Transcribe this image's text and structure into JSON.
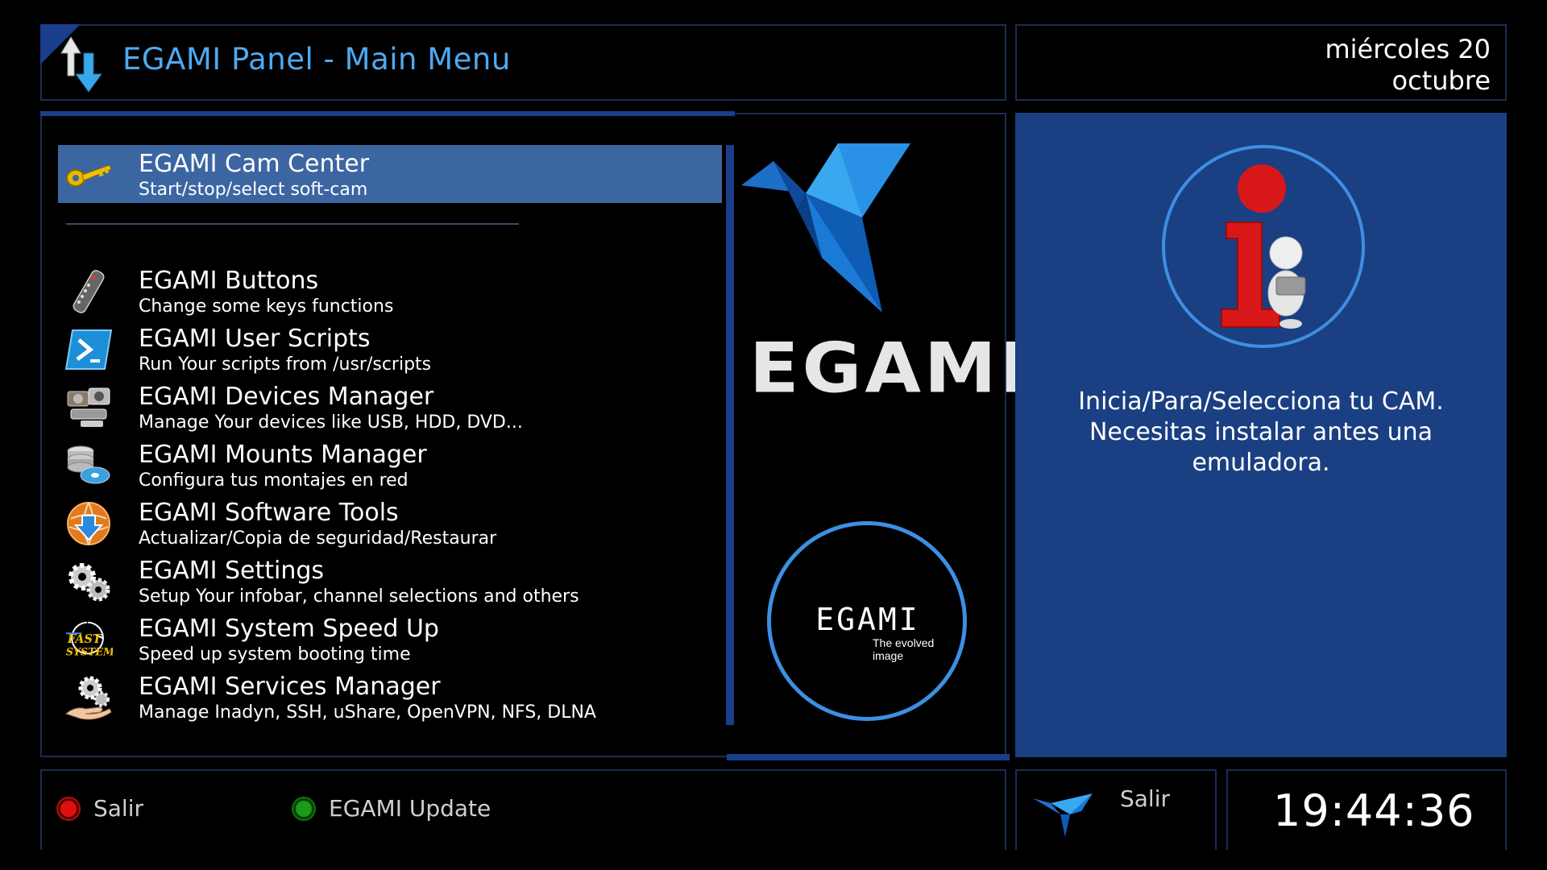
{
  "header": {
    "title": "EGAMI Panel - Main Menu"
  },
  "date": {
    "line1": "miércoles 20",
    "line2": "octubre"
  },
  "menu": {
    "items": [
      {
        "title": "EGAMI Cam Center",
        "subtitle": "Start/stop/select soft-cam",
        "icon": "key-icon",
        "selected": true
      },
      {
        "title": "EGAMI Buttons",
        "subtitle": "Change some keys functions",
        "icon": "remote-control-icon"
      },
      {
        "title": "EGAMI User Scripts",
        "subtitle": "Run Your scripts from /usr/scripts",
        "icon": "terminal-icon"
      },
      {
        "title": "EGAMI Devices Manager",
        "subtitle": "Manage Your devices like USB, HDD, DVD...",
        "icon": "devices-icon"
      },
      {
        "title": "EGAMI Mounts Manager",
        "subtitle": "Configura tus montajes en red",
        "icon": "network-drive-icon"
      },
      {
        "title": "EGAMI Software Tools",
        "subtitle": "Actualizar/Copia de seguridad/Restaurar",
        "icon": "globe-download-icon"
      },
      {
        "title": "EGAMI Settings",
        "subtitle": "Setup Your infobar, channel selections and others",
        "icon": "gears-icon"
      },
      {
        "title": "EGAMI System Speed Up",
        "subtitle": "Speed up system booting time",
        "icon": "fast-system-icon",
        "icon_text_1": "FAST",
        "icon_text_2": "SYSTEM"
      },
      {
        "title": "EGAMI Services Manager",
        "subtitle": "Manage Inadyn, SSH, uShare, OpenVPN, NFS, DLNA",
        "icon": "services-gears-hand-icon"
      }
    ]
  },
  "logos": {
    "wordmark": "EGAMI",
    "circle_word": "EGAMI",
    "circle_tagline": "The evolved image"
  },
  "info": {
    "description": "Inicia/Para/Selecciona tu CAM. Necesitas instalar antes una emuladora."
  },
  "footer": {
    "red_label": "Salir",
    "green_label": "EGAMI Update",
    "exit_label": "Salir",
    "clock": "19:44:36"
  },
  "colors": {
    "accent_blue": "#4fa9f0",
    "panel_blue": "#1a3f82",
    "selected_row": "#3c66a2",
    "ring_blue": "#3d8fe2"
  }
}
